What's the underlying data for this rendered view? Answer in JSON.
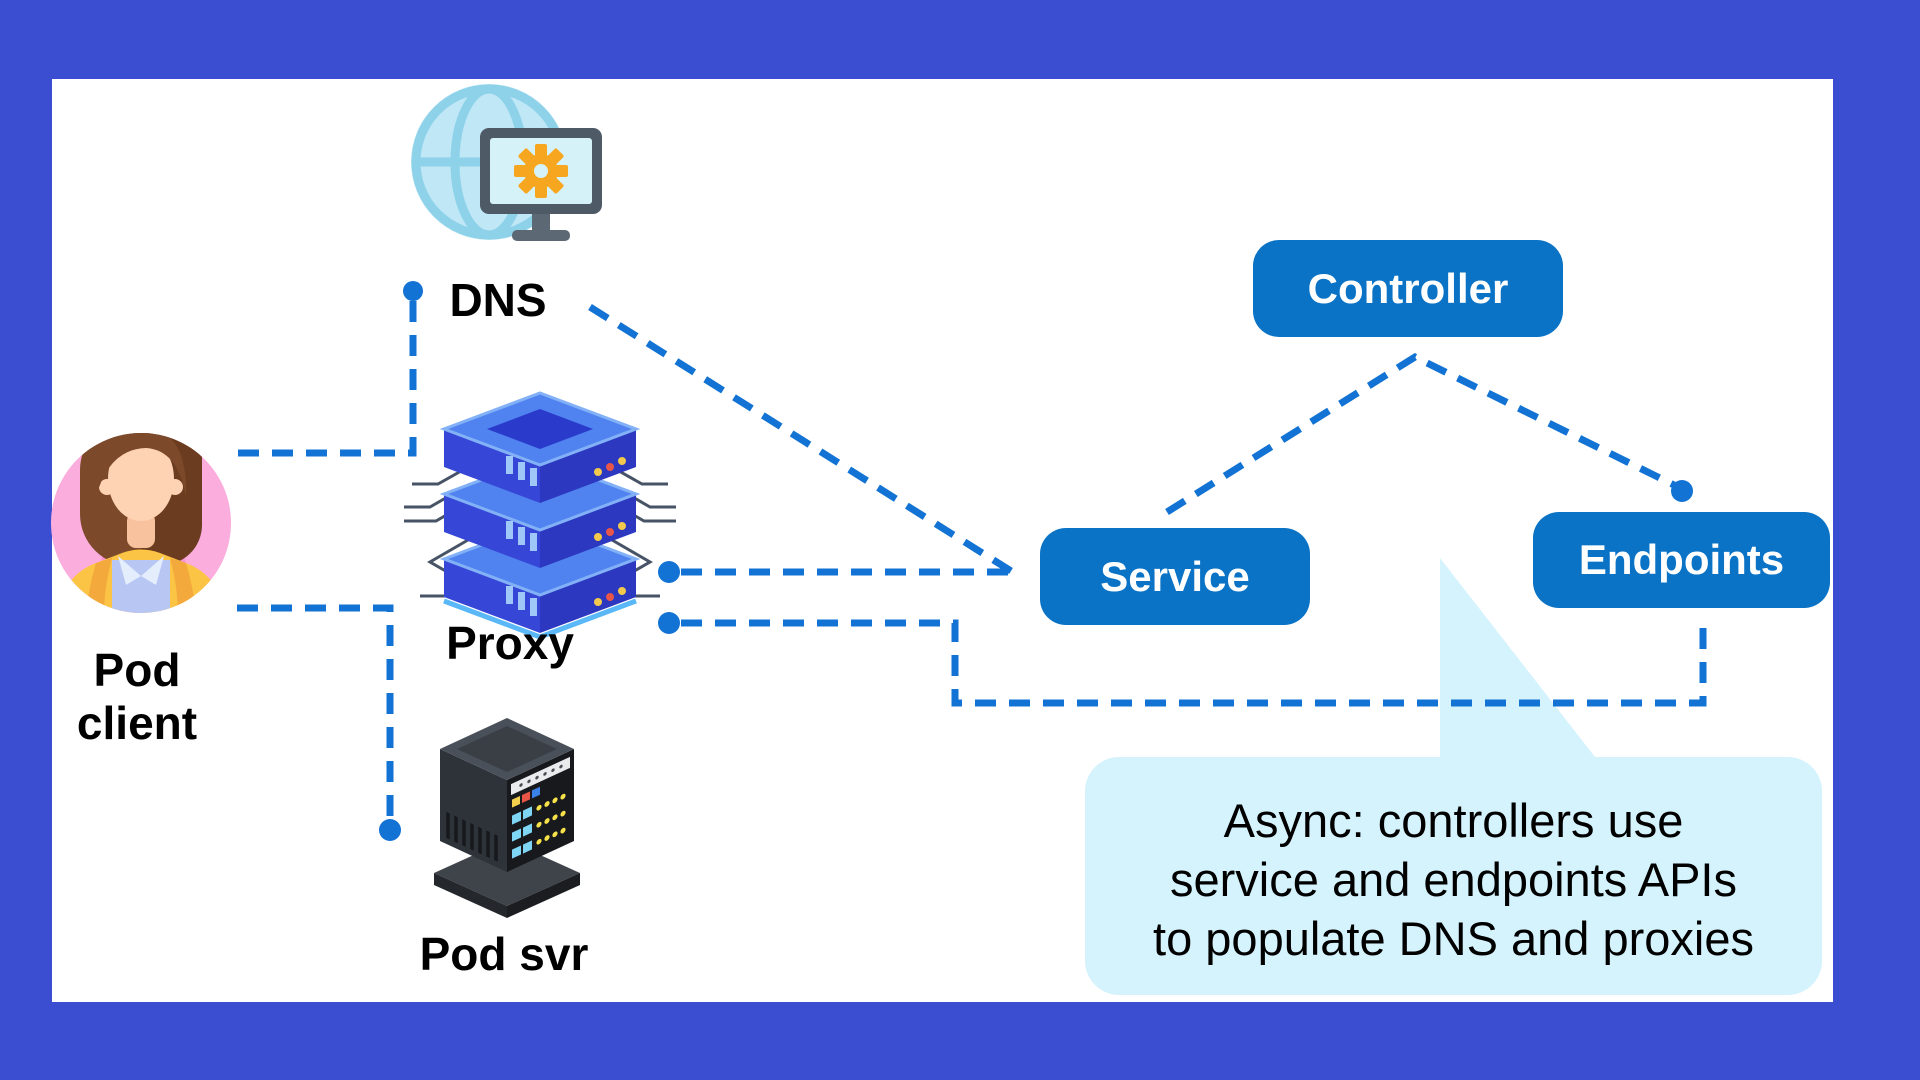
{
  "diagram": {
    "labels": {
      "dns": "DNS",
      "proxy": "Proxy",
      "pod_svr": "Pod svr",
      "pod_client_line1": "Pod",
      "pod_client_line2": "client"
    },
    "buttons": {
      "controller": "Controller",
      "service": "Service",
      "endpoints": "Endpoints"
    },
    "callout": {
      "line1": "Async: controllers use",
      "line2": "service and endpoints APIs",
      "line3": "to populate DNS and proxies"
    },
    "colors": {
      "frame_blue": "#3b4ed2",
      "panel_white": "#ffffff",
      "button_blue": "#0a73c6",
      "dashed_line_blue": "#1273d4",
      "callout_light_blue": "#d5f3fd",
      "text_black": "#000000"
    }
  }
}
